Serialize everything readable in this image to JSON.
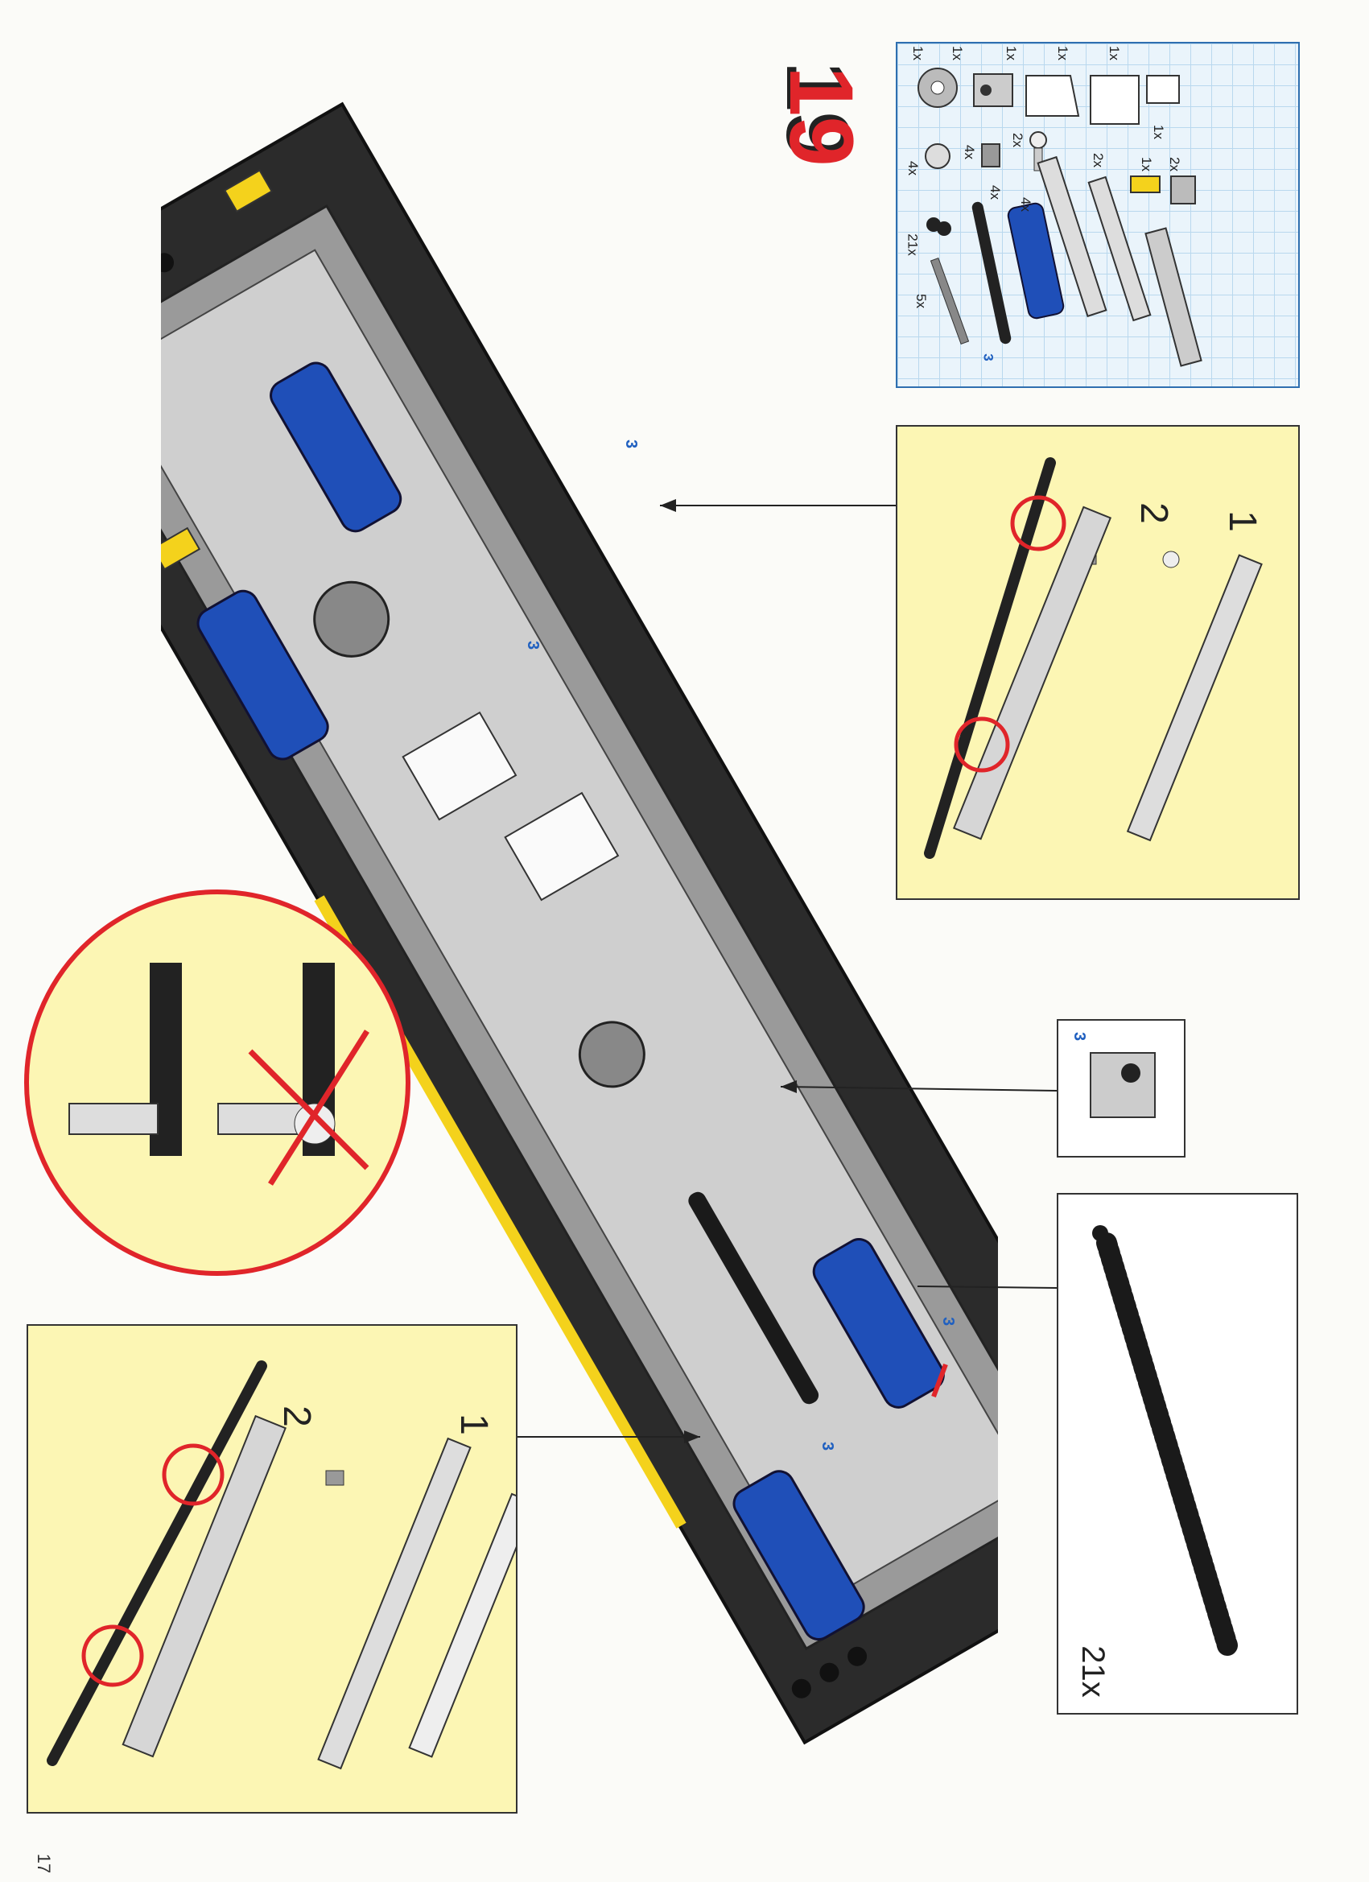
{
  "page": {
    "number": "17",
    "step": "19"
  },
  "parts_list": {
    "quantities": [
      "1x",
      "1x",
      "1x",
      "1x",
      "1x",
      "1x",
      "4x",
      "2x",
      "2x",
      "1x",
      "2x",
      "4x",
      "4x",
      "4x",
      "21x",
      "5x"
    ],
    "blue_label": "3"
  },
  "panel_top_right": {
    "step1": "1",
    "step2": "2"
  },
  "panel_small": {
    "label": "3"
  },
  "panel_chain": {
    "qty": "21x"
  },
  "panel_bottom_left": {
    "step1": "1",
    "step2": "2"
  },
  "model_callouts": {
    "c1": "3",
    "c2": "3",
    "c3": "3",
    "c4": "3"
  },
  "colors": {
    "panel_yellow": "#fcf6b4",
    "accent_red": "#e0252a",
    "technic_blue": "#1f4fb8",
    "grid_blue": "#2f6fb0"
  }
}
